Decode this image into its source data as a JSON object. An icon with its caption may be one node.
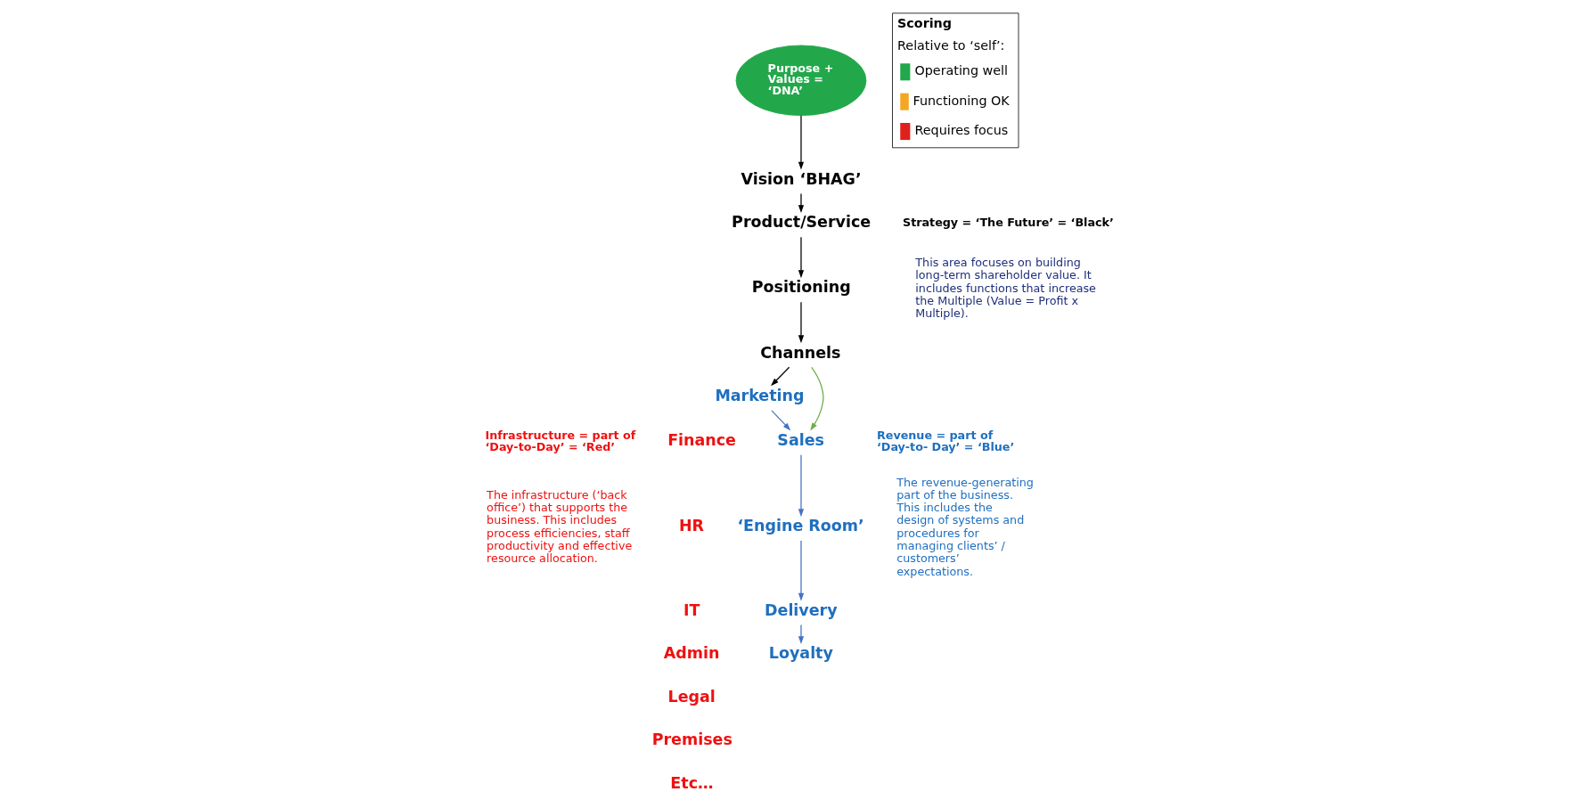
{
  "diagram": {
    "nodes": [
      {
        "text": [
          "Purpose + Values = ‘DNA’"
        ]
      },
      {
        "text": [
          "Vision ‘BHAG’"
        ]
      },
      {
        "text": [
          "Product/Service"
        ]
      },
      {
        "text": [
          "Positioning"
        ]
      },
      {
        "text": [
          "Channels"
        ]
      },
      {
        "text": [
          "Marketing"
        ]
      },
      {
        "text": [
          "Sales"
        ]
      },
      {
        "text": [
          "‘Engine Room’"
        ]
      },
      {
        "text": [
          "Delivery"
        ]
      },
      {
        "text": [
          "Loyalty"
        ]
      },
      {
        "text": [
          "Scoring",
          "Relative to ‘self’:"
        ]
      }
    ],
    "edges": [
      {
        "from": 0,
        "to": 1,
        "arrow": "to"
      },
      {
        "from": 1,
        "to": 2,
        "arrow": "to"
      },
      {
        "from": 2,
        "to": 3,
        "arrow": "to"
      },
      {
        "from": 3,
        "to": 4,
        "arrow": "to"
      },
      {
        "from": 4,
        "to": 5,
        "arrow": "to"
      },
      {
        "from": 4,
        "to": 6,
        "arrow": "to",
        "color": "#70ad47"
      },
      {
        "from": 5,
        "to": 6,
        "arrow": "to",
        "color": "#4472c4"
      },
      {
        "from": 6,
        "to": 7,
        "arrow": "to",
        "color": "#4472c4"
      },
      {
        "from": 7,
        "to": 8,
        "arrow": "to",
        "color": "#4472c4"
      },
      {
        "from": 8,
        "to": 9,
        "arrow": "to",
        "color": "#4472c4"
      }
    ],
    "labels": [
      "Strategy = ‘The Future’ = ‘Black’",
      "This area focuses on building long-term shareholder value. It includes functions that increase the Multiple (Value = Profit x Multiple).",
      "Infrastructure = part of ‘Day-to-Day’ = ‘Red’",
      "The infrastructure (‘back office’) that supports the business. This includes process efficiencies, staff productivity and effective resource allocation.",
      "Finance",
      "HR",
      "IT",
      "Admin",
      "Legal",
      "Premises",
      "Etc…",
      "Revenue = part of ‘Day-to- Day’ = ‘Blue’",
      "The revenue-generating part of the business. This includes the design of systems and procedures for managing clients’ / customers’ expectations."
    ],
    "legend": [
      {
        "text": "Operating well",
        "color": "#22a84a"
      },
      {
        "text": "Functioning OK",
        "color": "#f5a623"
      },
      {
        "text": "Requires focus",
        "color": "#e0201b"
      }
    ]
  }
}
